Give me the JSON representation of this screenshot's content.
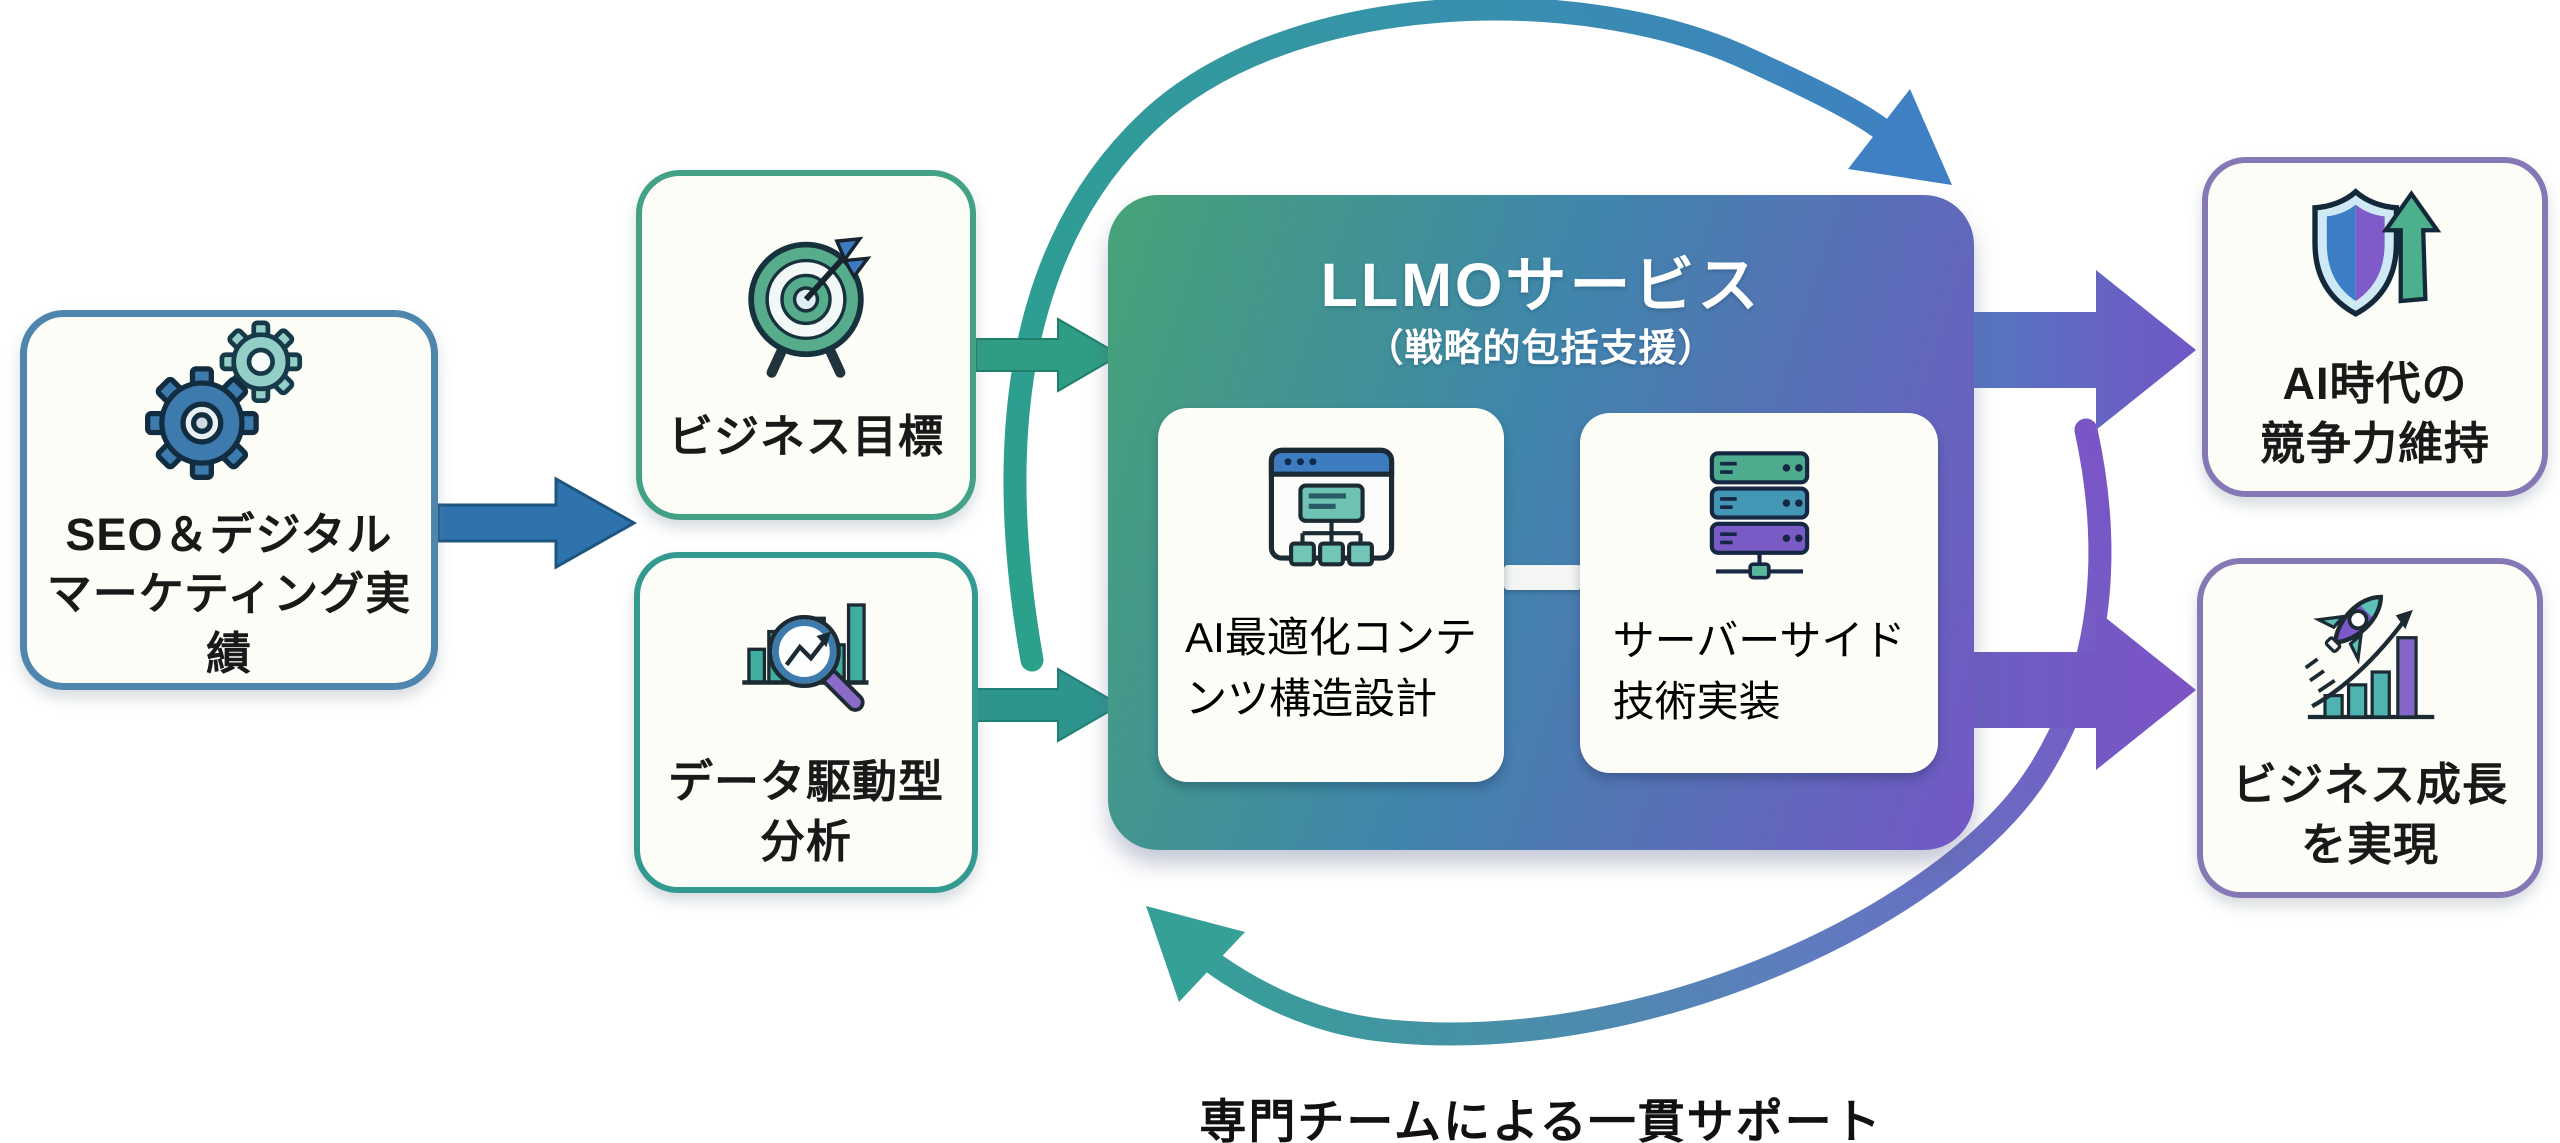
{
  "diagram": {
    "caption": "専門チームによる一貫サポート",
    "left_box": {
      "icon": "gears-icon",
      "lines": [
        "SEO＆デジタル",
        "マーケティング実績"
      ]
    },
    "input_boxes": {
      "business_goal": {
        "icon": "target-icon",
        "lines": [
          "ビジネス目標"
        ]
      },
      "data_driven": {
        "icon": "chart-magnifier-icon",
        "lines": [
          "データ駆動型",
          "分析"
        ]
      }
    },
    "center_box": {
      "title": "LLMOサービス",
      "subtitle": "（戦略的包括支援）",
      "sub_boxes": {
        "content_design": {
          "icon": "sitemap-browser-icon",
          "lines": [
            "AI最適化コンテ",
            "ンツ構造設計"
          ]
        },
        "server_side": {
          "icon": "server-stack-icon",
          "lines": [
            "サーバーサイド",
            "技術実装"
          ]
        }
      }
    },
    "outcome_boxes": {
      "ai_era": {
        "icon": "shield-up-arrow-icon",
        "lines": [
          "AI時代の",
          "競争力維持"
        ]
      },
      "growth": {
        "icon": "rocket-growth-icon",
        "lines": [
          "ビジネス成長",
          "を実現"
        ]
      }
    },
    "colors": {
      "left_box_border": "#4f86ae",
      "goal_box_border": "#43a186",
      "data_box_border": "#339a92",
      "outcome_box_border": "#8677b5",
      "center_gradient_start": "#46a377",
      "center_gradient_mid": "#3f86ab",
      "center_gradient_end": "#7457c5",
      "blue_arrow": "#2e73ae",
      "green_arrow": "#2f9c84",
      "teal_arrow": "#2e958d",
      "purple_arrow": "#7156c6",
      "cycle_top_start": "#2ba08b",
      "cycle_top_end": "#3f7fc3",
      "cycle_bottom_start": "#7a55c6",
      "cycle_bottom_end": "#35a095"
    }
  }
}
